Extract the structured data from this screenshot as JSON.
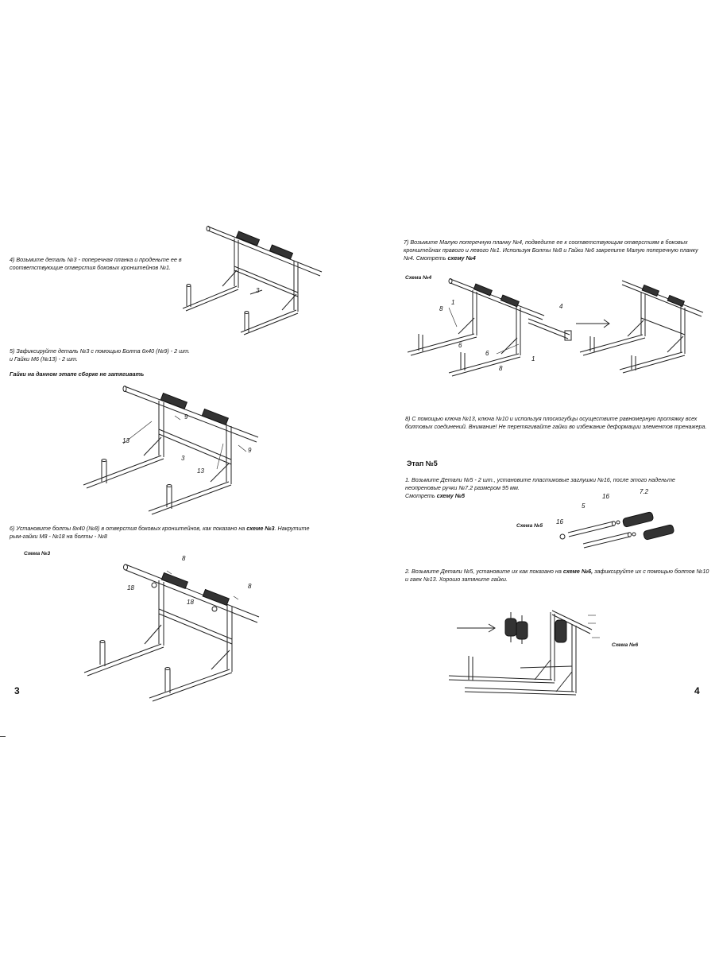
{
  "left_page": {
    "step4": "4) Возьмите деталь №3 - поперечная планка и проденьте ее в\nсоответствующие отверстия боковых кронштейнов №1.",
    "step5": "5) Зафиксируйте деталь №3 с помощью Болта 6x40 (№9) - 2 шт.\nи Гайки М6 (№13) - 2 шт.",
    "warning": "Гайки на данном этапе сборке не затягивать",
    "step6_main": "6) Установите болты 8x40 (№8) в отверстия боковых кронштейнов, как показано на ",
    "step6_ref": "схеме №3",
    "step6_rest": ". Накрутите\nрым-гайки М8 - №18 на болты - №8",
    "scheme3_label": "Схема №3",
    "page_number": "3",
    "fig1_callouts": [
      "3"
    ],
    "fig2_callouts": [
      "9",
      "13",
      "3",
      "13",
      "9"
    ],
    "fig3_callouts": [
      "8",
      "18",
      "18",
      "8"
    ]
  },
  "right_page": {
    "step7_main": "7) Возьмите Малую поперечную планку №4, подведите ее к соответствующим отверстиям в боковых\nкронштейнах правого и левого №1. Используя Болты №8 и Гайки №6 закрепите Малую поперечную планку\n№4. Смотреть ",
    "step7_ref": "схему №4",
    "scheme4_label": "Схема №4",
    "fig4_callouts": [
      "1",
      "8",
      "4",
      "6",
      "6",
      "8",
      "1"
    ],
    "step8": "8) С помощью ключа №13, ключа №10 и используя плоскогубцы осуществите равномерную протяжку всех\nболтовых соединений. Внимание! Не перетягивайте гайки во избежание деформации элементов тренажера.",
    "stage5_title": "Этап №5",
    "stage5_step1_main": "1. Возьмите Детали №5 - 2 шт., установите пластиковые заглушки №16, после этого наденьте\nнеопреновые ручки №7.2 размером 95 мм.\nСмотреть ",
    "stage5_step1_ref": "схему №5",
    "scheme5_label": "Схема №5",
    "fig5_callouts": [
      "5",
      "16",
      "7.2",
      "16"
    ],
    "stage5_step2_main": "2. Возьмите Детали №5, установите их как показано на ",
    "stage5_step2_ref": "схеме №6,",
    "stage5_step2_rest": "  зафиксируйте их с помощью болтов №10\nи гаек №13. Хорошо затяните гайки.",
    "scheme6_label": "Схема №6",
    "page_number": "4"
  }
}
